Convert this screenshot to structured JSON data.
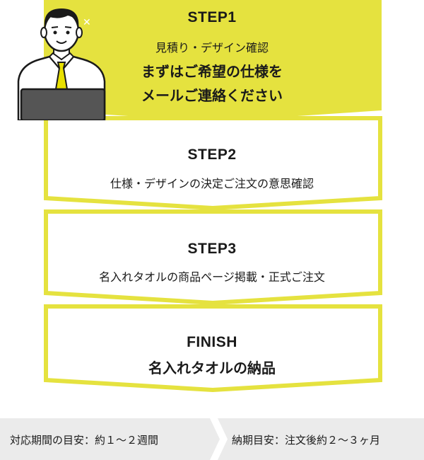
{
  "steps": [
    {
      "title": "STEP1",
      "lines": [
        "見積り・デザイン確認",
        "まずはご希望の仕様を",
        "メールご連絡ください"
      ]
    },
    {
      "title": "STEP2",
      "lines": [
        "仕様・デザインの決定ご注文の意思確認"
      ]
    },
    {
      "title": "STEP3",
      "lines": [
        "名入れタオルの商品ページ掲載・正式ご注文"
      ]
    },
    {
      "title": "FINISH",
      "lines": [
        "名入れタオルの納品"
      ]
    }
  ],
  "footer": {
    "left": "対応期間の目安：約１～２週間",
    "right": "納期目安：注文後約２～３ヶ月"
  },
  "colors": {
    "accent": "#e5e23f",
    "border": "#e5e23f",
    "footer_bg": "#ebebeb",
    "tie": "#e8e000"
  },
  "icons": [
    "businessman-laptop-icon",
    "sparkle-icon"
  ]
}
